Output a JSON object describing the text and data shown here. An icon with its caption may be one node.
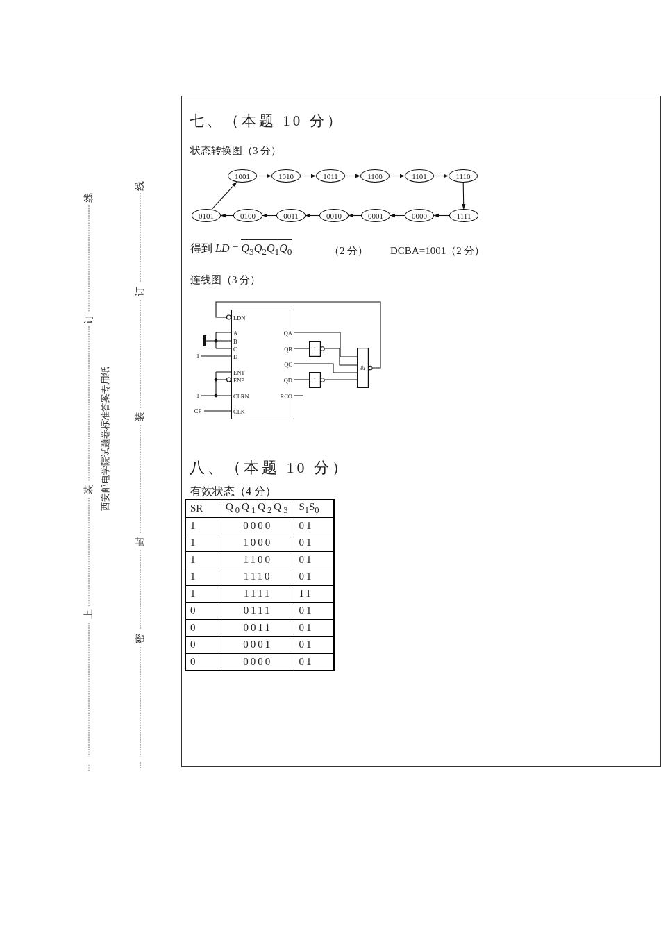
{
  "diagram": {
    "nodes": [
      {
        "text": [
          "1001"
        ]
      },
      {
        "text": [
          "1010"
        ]
      },
      {
        "text": [
          "1011"
        ]
      },
      {
        "text": [
          "1100"
        ]
      },
      {
        "text": [
          "1101"
        ]
      },
      {
        "text": [
          "1110"
        ]
      },
      {
        "text": [
          "0101"
        ]
      },
      {
        "text": [
          "0100"
        ]
      },
      {
        "text": [
          "0011"
        ]
      },
      {
        "text": [
          "0010"
        ]
      },
      {
        "text": [
          "0001"
        ]
      },
      {
        "text": [
          "0000"
        ]
      },
      {
        "text": [
          "1111"
        ]
      },
      {
        "text": [
          "LDN",
          "A",
          "B",
          "C",
          "D",
          "ENT",
          "ENP",
          "CLRN",
          "CLK",
          "QA",
          "QB",
          "QC",
          "QD",
          "RCO"
        ]
      },
      {
        "text": [
          "1"
        ]
      },
      {
        "text": [
          "1"
        ]
      },
      {
        "text": [
          "&"
        ]
      },
      {
        "text": [],
        "shape": "bar"
      },
      {
        "text": [
          "1"
        ]
      },
      {
        "text": [
          "1"
        ]
      },
      {
        "text": [
          "CP"
        ]
      }
    ],
    "edges": [
      {
        "from": 6,
        "to": 0,
        "arrow": "to"
      },
      {
        "from": 0,
        "to": 1,
        "arrow": "to"
      },
      {
        "from": 1,
        "to": 2,
        "arrow": "to"
      },
      {
        "from": 2,
        "to": 3,
        "arrow": "to"
      },
      {
        "from": 3,
        "to": 4,
        "arrow": "to"
      },
      {
        "from": 4,
        "to": 5,
        "arrow": "to"
      },
      {
        "from": 5,
        "to": 12,
        "arrow": "to"
      },
      {
        "from": 12,
        "to": 11,
        "arrow": "to"
      },
      {
        "from": 11,
        "to": 10,
        "arrow": "to"
      },
      {
        "from": 10,
        "to": 9,
        "arrow": "to"
      },
      {
        "from": 9,
        "to": 8,
        "arrow": "to"
      },
      {
        "from": 8,
        "to": 7,
        "arrow": "to"
      },
      {
        "from": 7,
        "to": 6,
        "arrow": "to"
      },
      {
        "from": 17,
        "to": 13,
        "arrow": "none"
      },
      {
        "from": 18,
        "to": 13,
        "arrow": "none"
      },
      {
        "from": 19,
        "to": 13,
        "arrow": "other"
      },
      {
        "from": 20,
        "to": 13,
        "arrow": "none"
      },
      {
        "from": 13,
        "to": 16,
        "arrow": "none"
      },
      {
        "from": 13,
        "to": 14,
        "arrow": "none"
      },
      {
        "from": 14,
        "to": 16,
        "arrow": "none"
      },
      {
        "from": 13,
        "to": 16,
        "arrow": "none"
      },
      {
        "from": 13,
        "to": 15,
        "arrow": "none"
      },
      {
        "from": 15,
        "to": 16,
        "arrow": "none"
      },
      {
        "from": 16,
        "to": 13,
        "arrow": "other"
      },
      {
        "from": 13,
        "to": null,
        "arrow": "none"
      }
    ],
    "labels": [
      "七、（本题 10 分）",
      "状态转换图（3 分）",
      "得到 *LD* = *Q*$_{3}$*Q*$_{2}$*Q*$_{1}$*Q*$_{0}$",
      "（2 分）",
      "DCBA=1001（2 分）",
      "连线图（3 分）",
      "八、（本题 10 分）",
      "有效状态（4 分）",
      "SR",
      "Q$_{0}$Q$_{1}$Q$_{2}$Q$_{3}$",
      "S$_{1}$S$_{0}$",
      "1",
      "0000",
      "01",
      "1",
      "1000",
      "01",
      "1",
      "1100",
      "01",
      "1",
      "1110",
      "01",
      "1",
      "1111",
      "11",
      "0",
      "0111",
      "01",
      "0",
      "0011",
      "01",
      "0",
      "0001",
      "01",
      "0",
      "0000",
      "01",
      "线",
      "订",
      "装",
      "上",
      "西安邮电学院试题卷标准答案专用纸",
      "线",
      "订",
      "装",
      "封",
      "密"
    ]
  }
}
